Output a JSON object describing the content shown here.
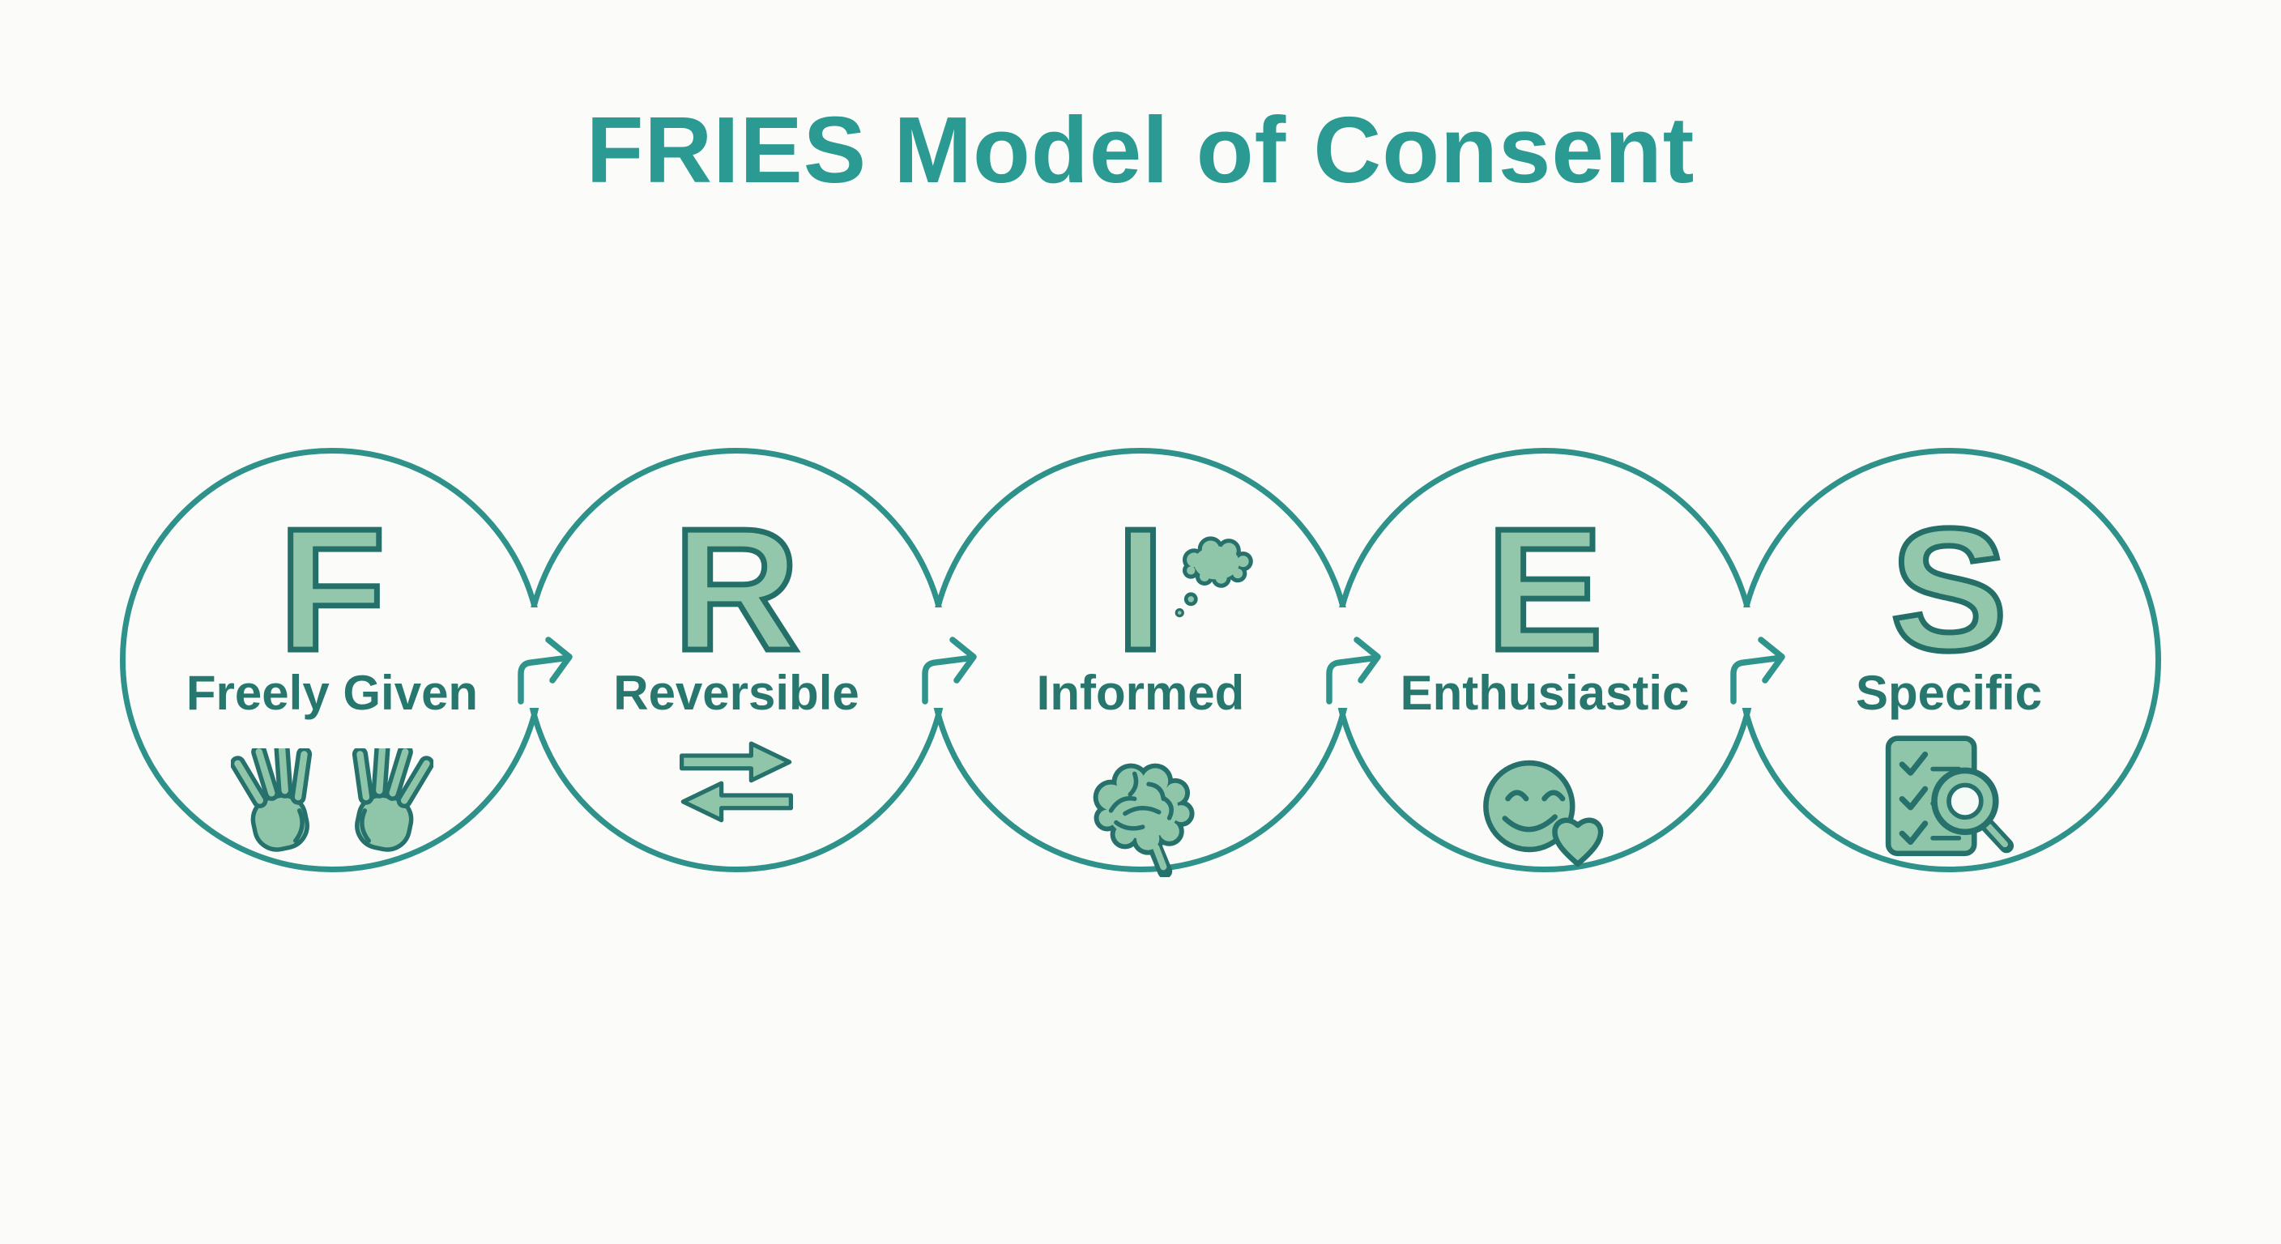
{
  "title": "FRIES Model of Consent",
  "colors": {
    "background": "#fbfbf9",
    "title_teal": "#2a9a92",
    "circle_stroke": "#2f928a",
    "letter_fill": "#93c7ab",
    "letter_outline": "#256f69",
    "label_text": "#27776f",
    "icon_fill": "#8fc6aa",
    "icon_outline": "#26716b",
    "arrow_stroke": "#2f948c"
  },
  "circles": [
    {
      "letter": "F",
      "label": "Freely Given",
      "icon": "open-hands-icon"
    },
    {
      "letter": "R",
      "label": "Reversible",
      "icon": "reverse-arrows-icon"
    },
    {
      "letter": "I",
      "label": "Informed",
      "icon": "brain-icon",
      "secondary_icon": "thought-bubble-icon"
    },
    {
      "letter": "E",
      "label": "Enthusiastic",
      "icon": "smiley-heart-icon"
    },
    {
      "letter": "S",
      "label": "Specific",
      "icon": "checklist-magnifier-icon"
    }
  ],
  "connectors": {
    "count": 4,
    "icon": "flow-arrow-icon",
    "direction": "right"
  }
}
